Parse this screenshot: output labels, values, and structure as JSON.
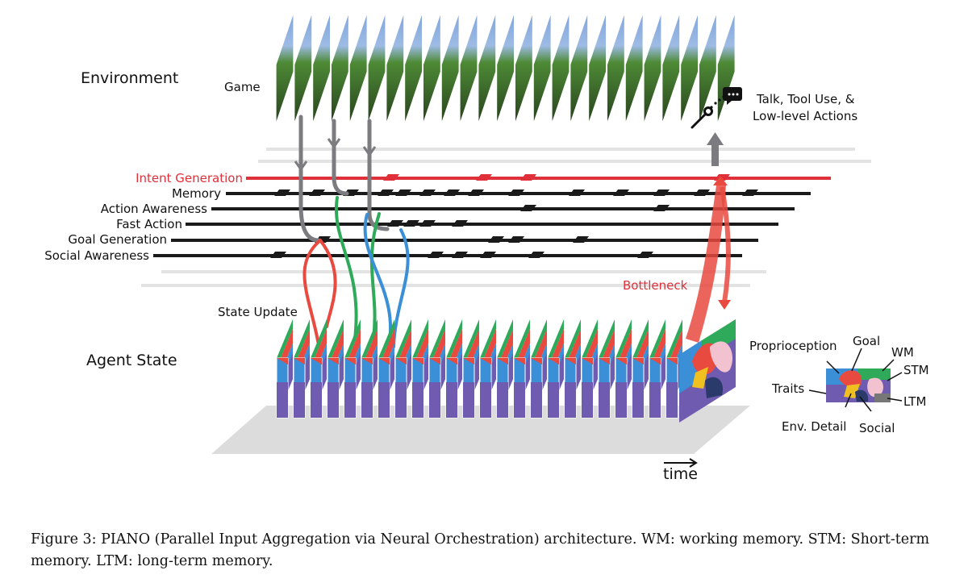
{
  "labels": {
    "environment": "Environment",
    "game": "Game",
    "actions": "Talk, Tool Use, &",
    "actions2": "Low-level Actions",
    "state_update": "State Update",
    "bottleneck": "Bottleneck",
    "agent_state": "Agent State",
    "time": "time"
  },
  "modules": [
    {
      "label": "Intent Generation",
      "color": "#e0303a"
    },
    {
      "label": "Memory",
      "color": "#1a1a1a"
    },
    {
      "label": "Action Awareness",
      "color": "#1a1a1a"
    },
    {
      "label": "Fast Action",
      "color": "#1a1a1a"
    },
    {
      "label": "Goal Generation",
      "color": "#1a1a1a"
    },
    {
      "label": "Social Awareness",
      "color": "#1a1a1a"
    }
  ],
  "state_components": {
    "proprioception": "Proprioception",
    "goal": "Goal",
    "wm": "WM",
    "stm": "STM",
    "traits": "Traits",
    "ltm": "LTM",
    "env_detail": "Env. Detail",
    "social": "Social"
  },
  "colors": {
    "red": "#e94a3f",
    "green": "#2faa5a",
    "blue": "#3b8fd6",
    "purple": "#6f5bb0",
    "sky": "#8fb1df",
    "grass": "#3f7a2e",
    "gray_arrow": "#7c7c80"
  },
  "caption": "Figure 3: PIANO (Parallel Input Aggregation via Neural Orchestration) architecture. WM: working memory. STM: Short-term memory. LTM: long-term memory."
}
